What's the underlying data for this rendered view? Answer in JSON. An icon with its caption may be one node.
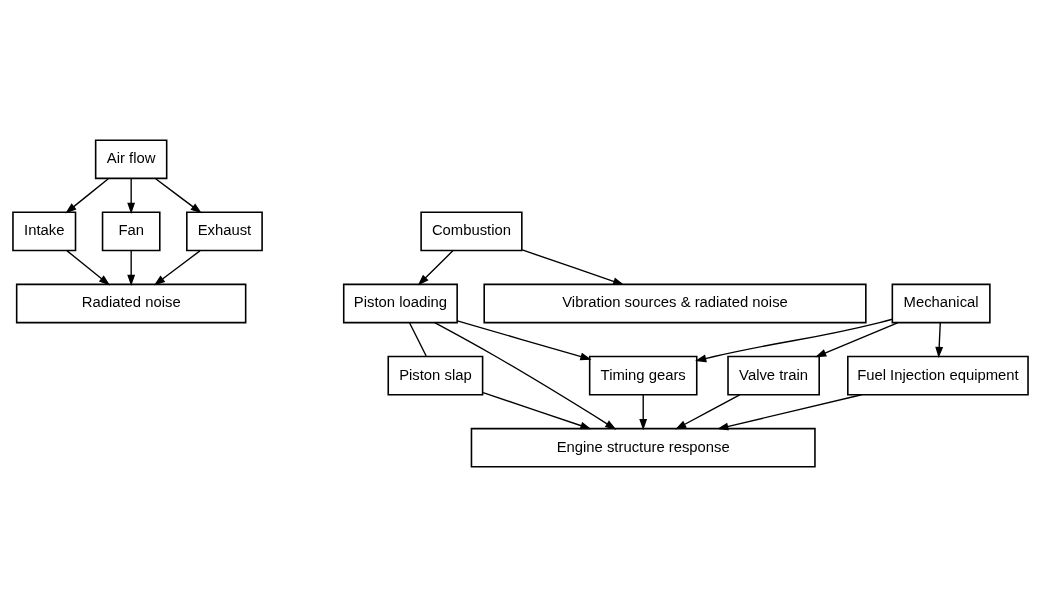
{
  "diagram": {
    "nodes": [
      {
        "text": [
          "Air flow"
        ]
      },
      {
        "text": [
          "Intake"
        ]
      },
      {
        "text": [
          "Fan"
        ]
      },
      {
        "text": [
          "Exhaust"
        ]
      },
      {
        "text": [
          "Radiated noise"
        ]
      },
      {
        "text": [
          "Combustion"
        ]
      },
      {
        "text": [
          "Mechanical"
        ]
      },
      {
        "text": [
          "Piston loading"
        ]
      },
      {
        "text": [
          "Valve train"
        ]
      },
      {
        "text": [
          "Fuel Injection equipment"
        ]
      },
      {
        "text": [
          "Piston slap"
        ]
      },
      {
        "text": [
          "Timing gears"
        ]
      },
      {
        "text": [
          "Engine structure response"
        ]
      },
      {
        "text": [
          "Vibration sources & radiated noise"
        ]
      }
    ],
    "edges": [
      {
        "from": 0,
        "to": 1,
        "arrow": "to"
      },
      {
        "from": 0,
        "to": 2,
        "arrow": "to"
      },
      {
        "from": 0,
        "to": 3,
        "arrow": "to"
      },
      {
        "from": 1,
        "to": 4,
        "arrow": "to"
      },
      {
        "from": 2,
        "to": 4,
        "arrow": "to"
      },
      {
        "from": 3,
        "to": 4,
        "arrow": "to"
      },
      {
        "from": 5,
        "to": 13,
        "arrow": "to"
      },
      {
        "from": 5,
        "to": 7,
        "arrow": "to"
      },
      {
        "from": 6,
        "to": 8,
        "arrow": "to"
      },
      {
        "from": 6,
        "to": 9,
        "arrow": "to"
      },
      {
        "from": 6,
        "to": 11,
        "arrow": "to"
      },
      {
        "from": 7,
        "to": 11,
        "arrow": "to"
      },
      {
        "from": 7,
        "to": 10,
        "arrow": "none"
      },
      {
        "from": 7,
        "to": 12,
        "arrow": "to"
      },
      {
        "from": 10,
        "to": 12,
        "arrow": "to"
      },
      {
        "from": 8,
        "to": 12,
        "arrow": "to"
      },
      {
        "from": 11,
        "to": 12,
        "arrow": "to"
      },
      {
        "from": 9,
        "to": 12,
        "arrow": "to"
      }
    ]
  }
}
